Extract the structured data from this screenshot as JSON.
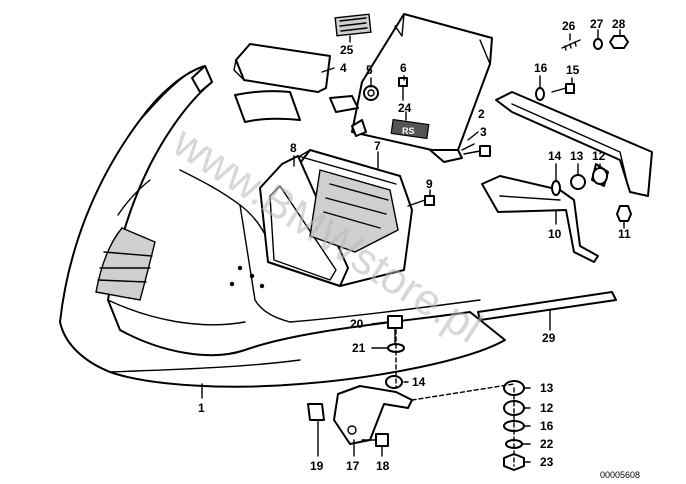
{
  "watermark": "www.BMWstore.pl",
  "diagram_id": "00005608",
  "callouts": {
    "c1": "1",
    "c2": "2",
    "c3": "3",
    "c4": "4",
    "c5": "5",
    "c6": "6",
    "c7": "7",
    "c8": "8",
    "c9": "9",
    "c10": "10",
    "c11": "11",
    "c12": "12",
    "c13": "13",
    "c14": "14",
    "c15": "15",
    "c16": "16",
    "c17": "17",
    "c18": "18",
    "c19": "19",
    "c20": "20",
    "c21": "21",
    "c22": "22",
    "c23": "23",
    "c24": "24",
    "c25": "25",
    "c26": "26",
    "c27": "27",
    "c28": "28",
    "c29": "29"
  },
  "decal": "RS"
}
